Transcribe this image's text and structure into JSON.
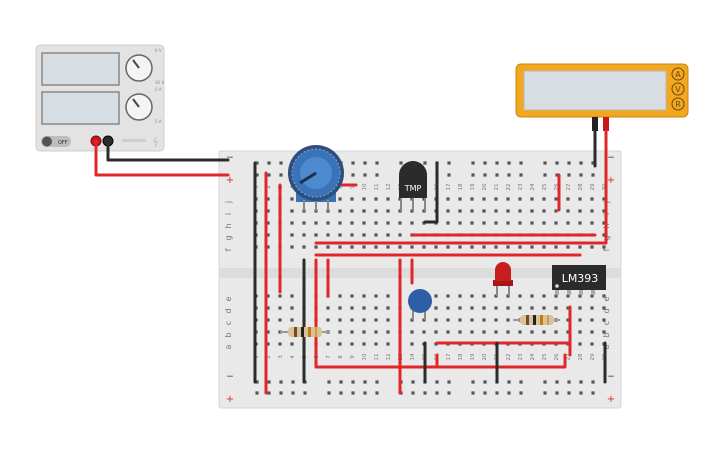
{
  "power_supply": {
    "switch_label": "OFF",
    "knob1_labels": [
      "0 V",
      "30 V"
    ],
    "knob2_labels": [
      "0 A",
      "5 A"
    ]
  },
  "multimeter": {
    "mode_buttons": [
      "A",
      "V",
      "R"
    ]
  },
  "breadboard": {
    "row_letters_top": [
      "j",
      "i",
      "h",
      "g",
      "f"
    ],
    "row_letters_bottom": [
      "e",
      "d",
      "c",
      "b",
      "a"
    ],
    "column_numbers": [
      "1",
      "2",
      "3",
      "4",
      "5",
      "6",
      "7",
      "8",
      "9",
      "10",
      "11",
      "12",
      "13",
      "14",
      "15",
      "16",
      "17",
      "18",
      "19",
      "20",
      "21",
      "22",
      "23",
      "24",
      "25",
      "26",
      "27",
      "28",
      "29",
      "30"
    ],
    "rail_minus": "−",
    "rail_plus": "+"
  },
  "components": {
    "temp_sensor_label": "TMP",
    "comparator_label": "LM393"
  },
  "colors": {
    "wire_red": "#e0262b",
    "wire_black": "#2b2b2b",
    "multimeter_body": "#f3a71f",
    "pot_blue": "#3a73b8",
    "led_red": "#c81e1e",
    "capacitor_blue": "#2c5fa5",
    "breadboard": "#e9e9e9"
  }
}
